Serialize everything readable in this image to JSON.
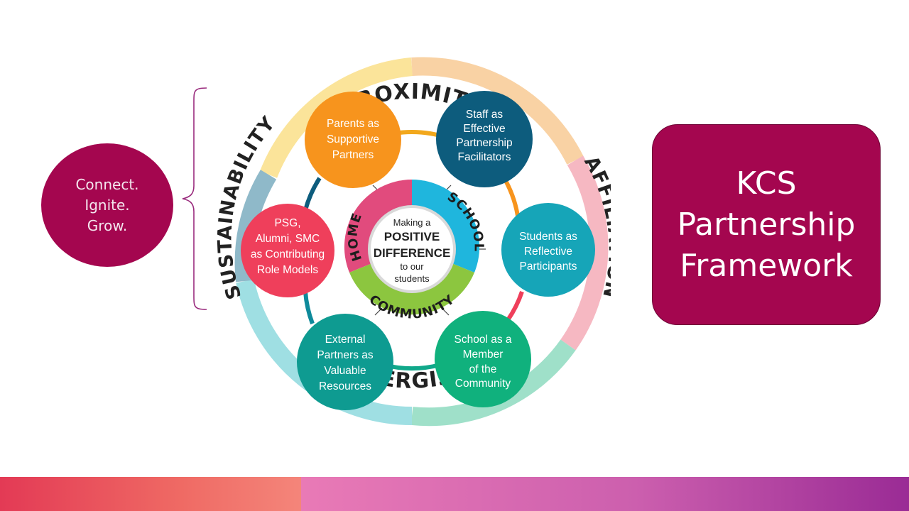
{
  "left_bubble": {
    "lines": [
      "Connect.",
      "Ignite.",
      "Grow."
    ]
  },
  "title_box": {
    "lines": [
      "KCS",
      "Partnership",
      "Framework"
    ]
  },
  "ring": {
    "top": "PROXIMITY",
    "right": "AFFILIATION",
    "bottom": "SYNERGISTIC",
    "left": "SUSTAINABILITY"
  },
  "hub": {
    "home": "HOME",
    "school": "SCHOOL",
    "community": "COMMUNITY",
    "center_lines": [
      "Making a",
      "POSITIVE",
      "DIFFERENCE",
      "to our",
      "students"
    ]
  },
  "nodes": [
    {
      "id": "parents",
      "lines": [
        "Parents as",
        "Supportive",
        "Partners"
      ],
      "color": "#f7941d"
    },
    {
      "id": "staff",
      "lines": [
        "Staff as",
        "Effective",
        "Partnership",
        "Facilitators"
      ],
      "color": "#0d5c7d"
    },
    {
      "id": "students",
      "lines": [
        "Students as",
        "Reflective",
        "Participants"
      ],
      "color": "#16a5b8"
    },
    {
      "id": "school-member",
      "lines": [
        "School as a",
        "Member",
        "of the",
        "Community"
      ],
      "color": "#10b17d"
    },
    {
      "id": "external",
      "lines": [
        "External",
        "Partners as",
        "Valuable",
        "Resources"
      ],
      "color": "#0e9b91"
    },
    {
      "id": "psg",
      "lines": [
        "PSG,",
        "Alumni, SMC",
        "as Contributing",
        "Role Models"
      ],
      "color": "#ef3f5b"
    }
  ]
}
